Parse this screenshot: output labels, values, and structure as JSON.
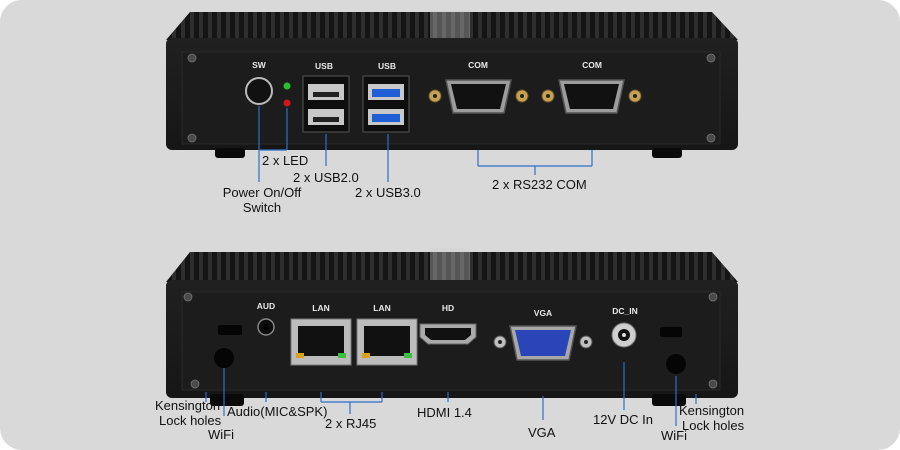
{
  "front": {
    "ports": {
      "sw": "SW",
      "usb_left": "USB",
      "usb_right": "USB",
      "com_left": "COM",
      "com_right": "COM"
    },
    "callouts": {
      "led": "2 x LED",
      "usb2": "2 x USB2.0",
      "usb3": "2 x USB3.0",
      "power_line1": "Power On/Off",
      "power_line2": "Switch",
      "rs232": "2 x RS232 COM"
    }
  },
  "rear": {
    "ports": {
      "aud": "AUD",
      "lan_left": "LAN",
      "lan_right": "LAN",
      "hd": "HD",
      "vga": "VGA",
      "dc_in": "DC_IN"
    },
    "callouts": {
      "kensington_left_1": "Kensington",
      "kensington_left_2": "Lock holes",
      "audio": "Audio(MIC&SPK)",
      "wifi_left": "WiFi",
      "rj45": "2 x RJ45",
      "hdmi": "HDMI 1.4",
      "vga": "VGA",
      "dc": "12V DC In",
      "wifi_right": "WiFi",
      "kensington_right_1": "Kensington",
      "kensington_right_2": "Lock holes"
    }
  },
  "colors": {
    "background": "#d9d9d9",
    "chassis": "#1b1b1b",
    "usb3_blue": "#1f5fd6",
    "vga_blue": "#2a45b8",
    "led_green": "#27c22b",
    "led_red": "#d01818",
    "callout_line": "#2c6fc9"
  }
}
